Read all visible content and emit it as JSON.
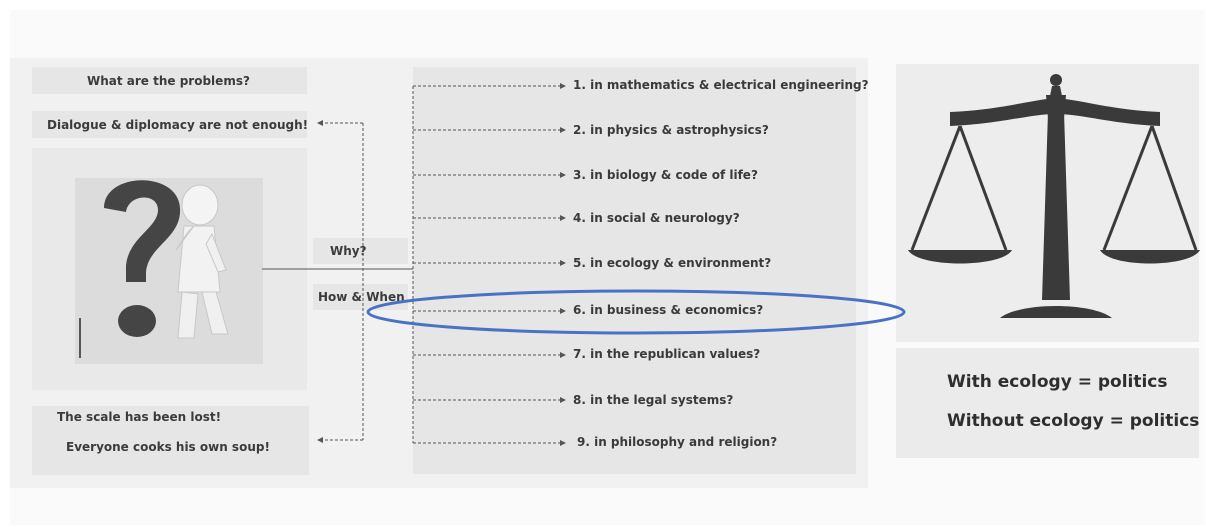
{
  "left": {
    "problems": "What are the problems?",
    "dialogue": "Dialogue & diplomacy are not enough!",
    "scale_lost": "The scale has been lost!",
    "soup": "Everyone cooks his own soup!"
  },
  "middle": {
    "why": "Why?",
    "how_when": "How & When"
  },
  "items": [
    "1. in mathematics & electrical engineering?",
    "2. in physics & astrophysics?",
    "3. in biology & code of life?",
    "4. in social & neurology?",
    "5. in ecology & environment?",
    "6. in business & economics?",
    "7. in the republican values?",
    "8. in the legal systems?",
    "9. in philosophy and religion?"
  ],
  "right": {
    "line1": "With ecology = politics",
    "line2": "Without ecology = politics"
  },
  "colors": {
    "highlight_ellipse": "#4a72c4",
    "scale_icon": "#3a3a3a",
    "question_mark": "#454545"
  },
  "icons": {
    "scale": "balance-scale-icon",
    "thinker": "question-thinker-figure"
  }
}
